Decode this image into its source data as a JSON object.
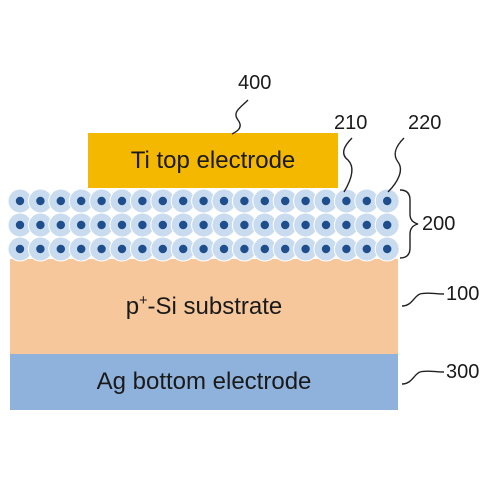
{
  "layers": {
    "top_electrode": "Ti top electrode",
    "substrate_prefix": "p",
    "substrate_sup": "+",
    "substrate_suffix": "-Si substrate",
    "bottom_electrode": "Ag bottom electrode"
  },
  "reference_numerals": {
    "top_electrode": "400",
    "particle_core": "210",
    "particle_shell": "220",
    "nanoparticle_layer": "200",
    "substrate": "100",
    "bottom_electrode": "300"
  },
  "nanoparticle_layer": {
    "rows": 3,
    "columns": 19
  },
  "colors": {
    "top_electrode": "#f5b800",
    "substrate": "#f6c79b",
    "bottom_electrode": "#8fb2dd",
    "particle_shell": "#c9dbef",
    "particle_core": "#1f4e8c"
  }
}
